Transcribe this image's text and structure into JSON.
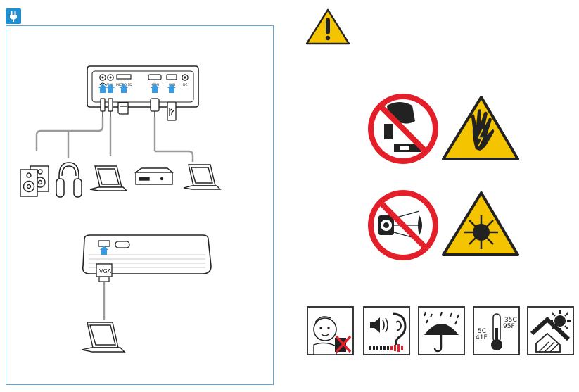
{
  "connections": {
    "port_labels": [
      "AUX",
      "MICRO SD",
      "HDMI",
      "USB",
      "DC"
    ],
    "vga_label": "VGA"
  },
  "warnings": {
    "temperature": {
      "high_c": "35C",
      "high_f": "95F",
      "low_c": "5C",
      "low_f": "41F"
    }
  },
  "colors": {
    "badge_blue": "#1f8fd1",
    "frame_blue": "#5aa7d8",
    "warning_yellow": "#f5c400",
    "prohibition_red": "#e3202a",
    "arrow_blue": "#3a9be0"
  },
  "icons": [
    "plug-icon",
    "warning-triangle-icon",
    "no-touch-icon",
    "electric-hazard-icon",
    "no-stare-icon",
    "bright-light-icon",
    "child-icon",
    "hearing-icon",
    "no-rain-icon",
    "temperature-icon",
    "no-sunlight-icon"
  ]
}
